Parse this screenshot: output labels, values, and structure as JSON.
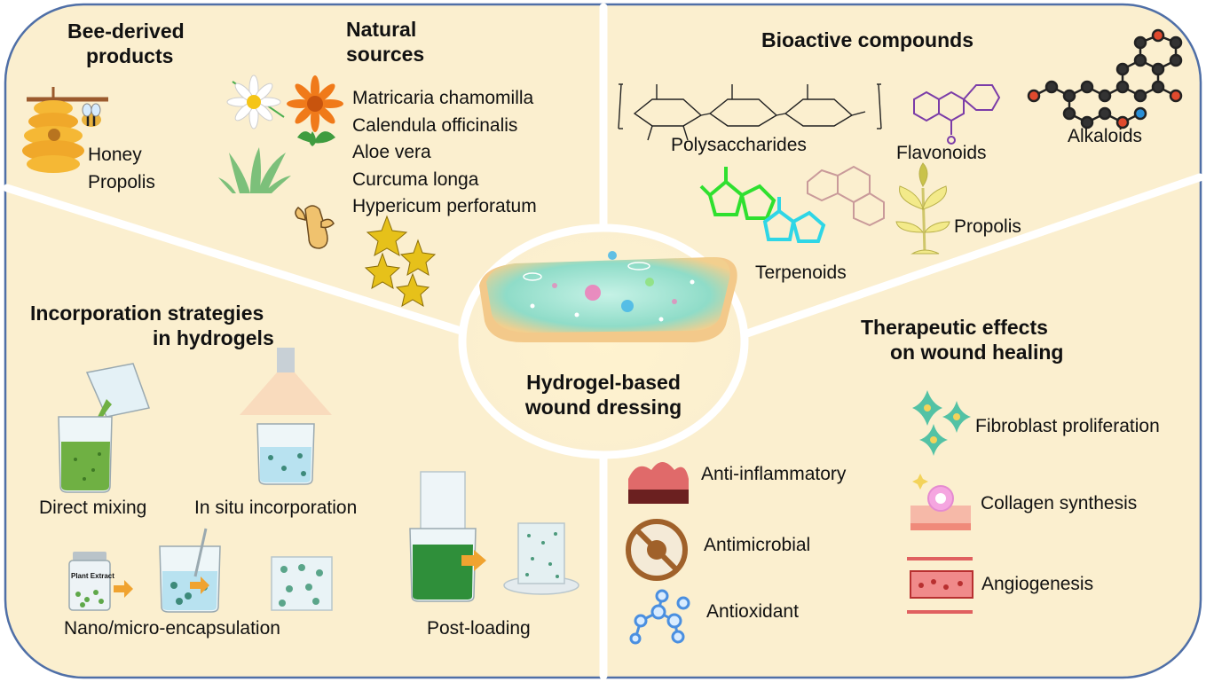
{
  "center": {
    "line1": "Hydrogel-based",
    "line2": "wound dressing"
  },
  "bee": {
    "heading_line1": "Bee-derived",
    "heading_line2": "products",
    "items": [
      "Honey",
      "Propolis"
    ]
  },
  "natural": {
    "heading_line1": "Natural",
    "heading_line2": "sources",
    "items": [
      "Matricaria chamomilla",
      "Calendula officinalis",
      "Aloe vera",
      "Curcuma longa",
      "Hypericum perforatum"
    ]
  },
  "bioactive": {
    "heading": "Bioactive compounds",
    "items": {
      "polysaccharides": "Polysaccharides",
      "flavonoids": "Flavonoids",
      "alkaloids": "Alkaloids",
      "terpenoids": "Terpenoids",
      "propolis": "Propolis"
    }
  },
  "incorporation": {
    "heading_line1": "Incorporation strategies",
    "heading_line2": "in hydrogels",
    "items": {
      "direct": "Direct mixing",
      "insitu": "In situ incorporation",
      "nano": "Nano/micro-encapsulation",
      "post": "Post-loading"
    },
    "plant_extract_label": "Plant Extract"
  },
  "therapeutic": {
    "heading_line1": "Therapeutic effects",
    "heading_line2": "on wound healing",
    "items": {
      "anti_inflammatory": "Anti-inflammatory",
      "antimicrobial": "Antimicrobial",
      "antioxidant": "Antioxidant",
      "fibroblast": "Fibroblast proliferation",
      "collagen": "Collagen synthesis",
      "angiogenesis": "Angiogenesis"
    }
  },
  "colors": {
    "panel": "#fbefcf",
    "border": "#4f6fa7",
    "divider": "#ffffff",
    "arrow": "#f0a330",
    "green_gel": "#6fb043",
    "teal_cell": "#53c2a5"
  }
}
